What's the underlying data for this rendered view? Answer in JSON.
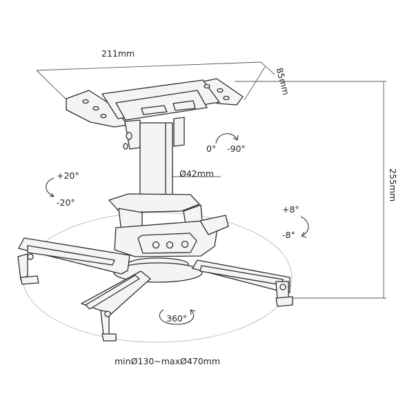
{
  "dimensions": {
    "width": "211mm",
    "depth": "85mm",
    "height": "255mm",
    "tube_diameter": "Ø42mm",
    "base_range": "minØ130~maxØ470mm"
  },
  "rotations": {
    "tilt_up": "+20°",
    "tilt_down": "-20°",
    "pan_start": "0°",
    "pan_end": "-90°",
    "level_up": "+8°",
    "level_down": "-8°",
    "swivel": "360°"
  },
  "colors": {
    "line": "#2b2b2b",
    "dimension_line": "#555555",
    "fill": "#f4f4f4",
    "ellipse": "#b8b8b8"
  }
}
